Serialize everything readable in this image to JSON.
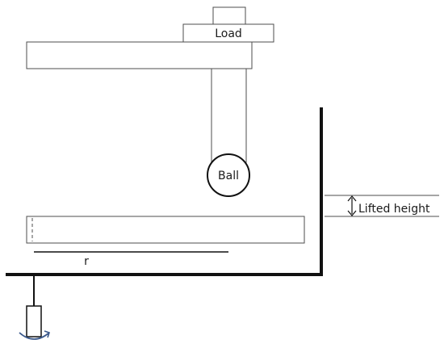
{
  "labels": {
    "load": "Load",
    "ball": "Ball",
    "lifted_height": "Lifted height",
    "radius": "r"
  },
  "colors": {
    "stroke": "#4d4d4d",
    "thick": "#111111",
    "text": "#1a1a1a",
    "motor_arc": "#3c5a8c",
    "background": "#ffffff"
  }
}
